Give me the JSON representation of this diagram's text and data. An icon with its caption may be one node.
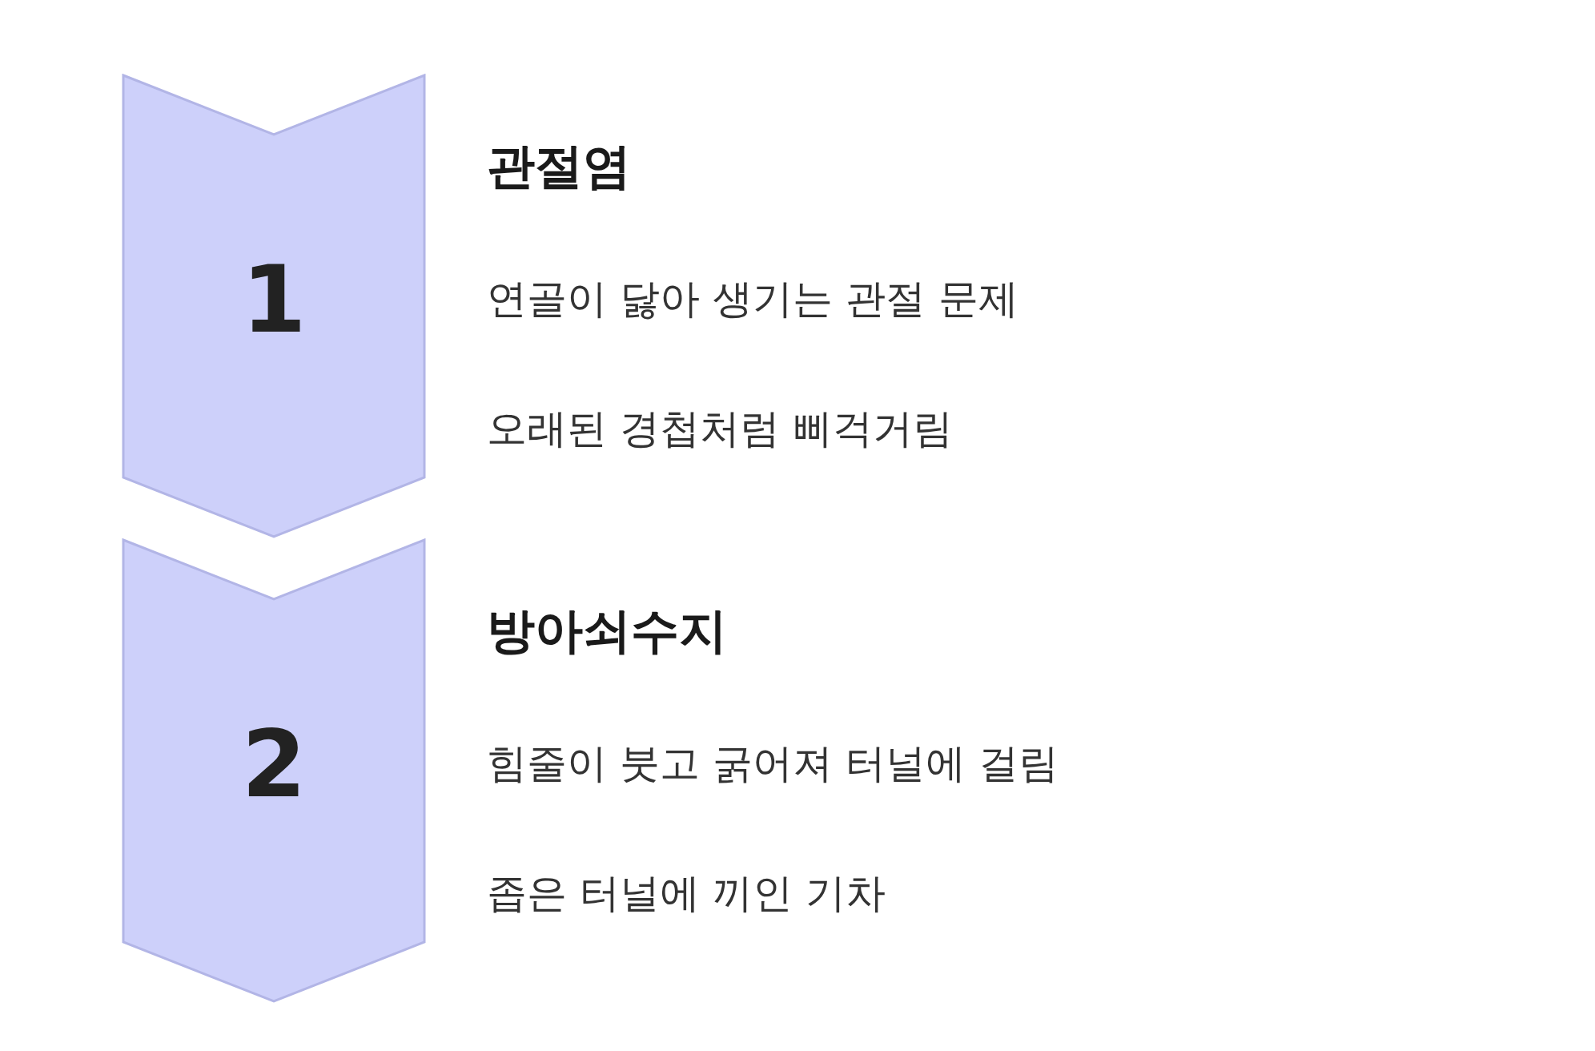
{
  "diagram": {
    "nodes": [
      {
        "text": [
          "1"
        ],
        "beside": [
          "관절염",
          "연골이 닳아 생기는 관절 문제",
          "오래된 경첩처럼 삐걱거림"
        ]
      },
      {
        "text": [
          "2"
        ],
        "beside": [
          "방아쇠수지",
          "힘줄이 붓고 굵어져 터널에 걸림",
          "좁은 터널에 끼인 기차"
        ]
      }
    ]
  }
}
